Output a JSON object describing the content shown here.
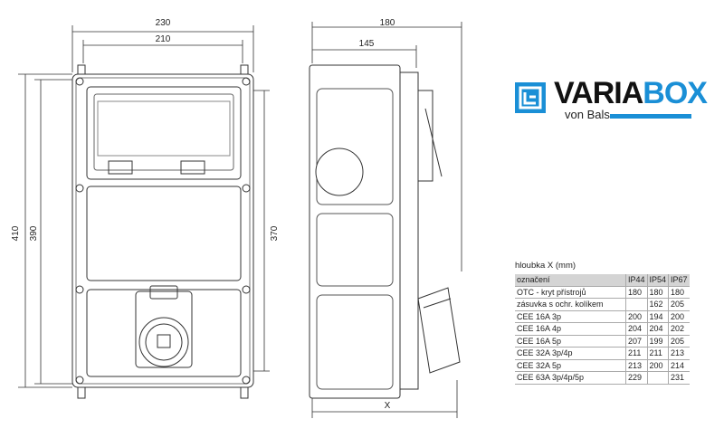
{
  "dimensions": {
    "front_outer_width": "230",
    "front_inner_width": "210",
    "front_height_outer": "410",
    "front_height_inner": "390",
    "front_height_mid": "370",
    "side_depth": "180",
    "side_depth_inner": "145",
    "side_x": "X"
  },
  "logo": {
    "name_dark": "VARIA",
    "name_blue": "BOX",
    "subtitle": "von Bals"
  },
  "colors": {
    "brand": "#1a8fd6"
  },
  "table": {
    "caption": "hloubka X (mm)",
    "headers": [
      "označení",
      "IP44",
      "IP54",
      "IP67"
    ],
    "rows": [
      [
        "OTC - kryt přístrojů",
        "180",
        "180",
        "180"
      ],
      [
        "zásuvka s ochr. kolíkem",
        "",
        "162",
        "205"
      ],
      [
        "CEE 16A 3p",
        "200",
        "194",
        "200"
      ],
      [
        "CEE 16A 4p",
        "204",
        "204",
        "202"
      ],
      [
        "CEE 16A 5p",
        "207",
        "199",
        "205"
      ],
      [
        "CEE 32A 3p/4p",
        "211",
        "211",
        "213"
      ],
      [
        "CEE 32A 5p",
        "213",
        "200",
        "214"
      ],
      [
        "CEE 63A 3p/4p/5p",
        "229",
        "",
        "231"
      ]
    ]
  }
}
